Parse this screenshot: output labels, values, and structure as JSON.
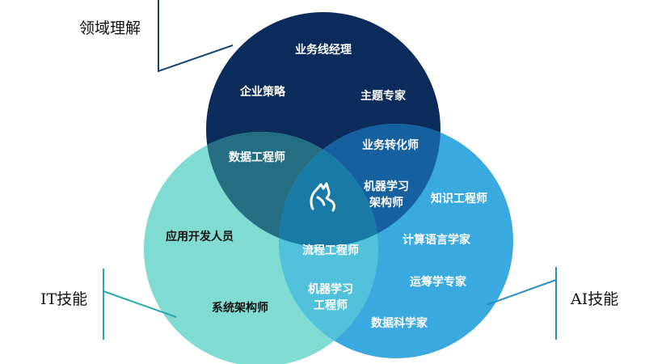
{
  "title_domain": "领域理解",
  "title_it": "IT技能",
  "title_ai": "AI技能",
  "colors": {
    "domain_circle": "#0b2c5a",
    "it_circle": "#80dcd2",
    "ai_circle": "#3aa9e0",
    "callout_line": "#15456e"
  },
  "icons": {
    "center_logo": "hand-sign-logo-icon"
  },
  "labels": {
    "business_line_manager": "业务线经理",
    "enterprise_strategy": "企业策略",
    "subject_expert": "主题专家",
    "data_engineer": "数据工程师",
    "business_transformation": "业务转化师",
    "ml_architect": "机器学习\n架构师",
    "knowledge_engineer": "知识工程师",
    "app_developer": "应用开发人员",
    "computational_linguist": "计算语言学家",
    "process_engineer": "流程工程师",
    "operations_research": "运筹学专家",
    "system_architect": "系统架构师",
    "ml_engineer": "机器学习\n工程师",
    "data_scientist": "数据科学家"
  }
}
